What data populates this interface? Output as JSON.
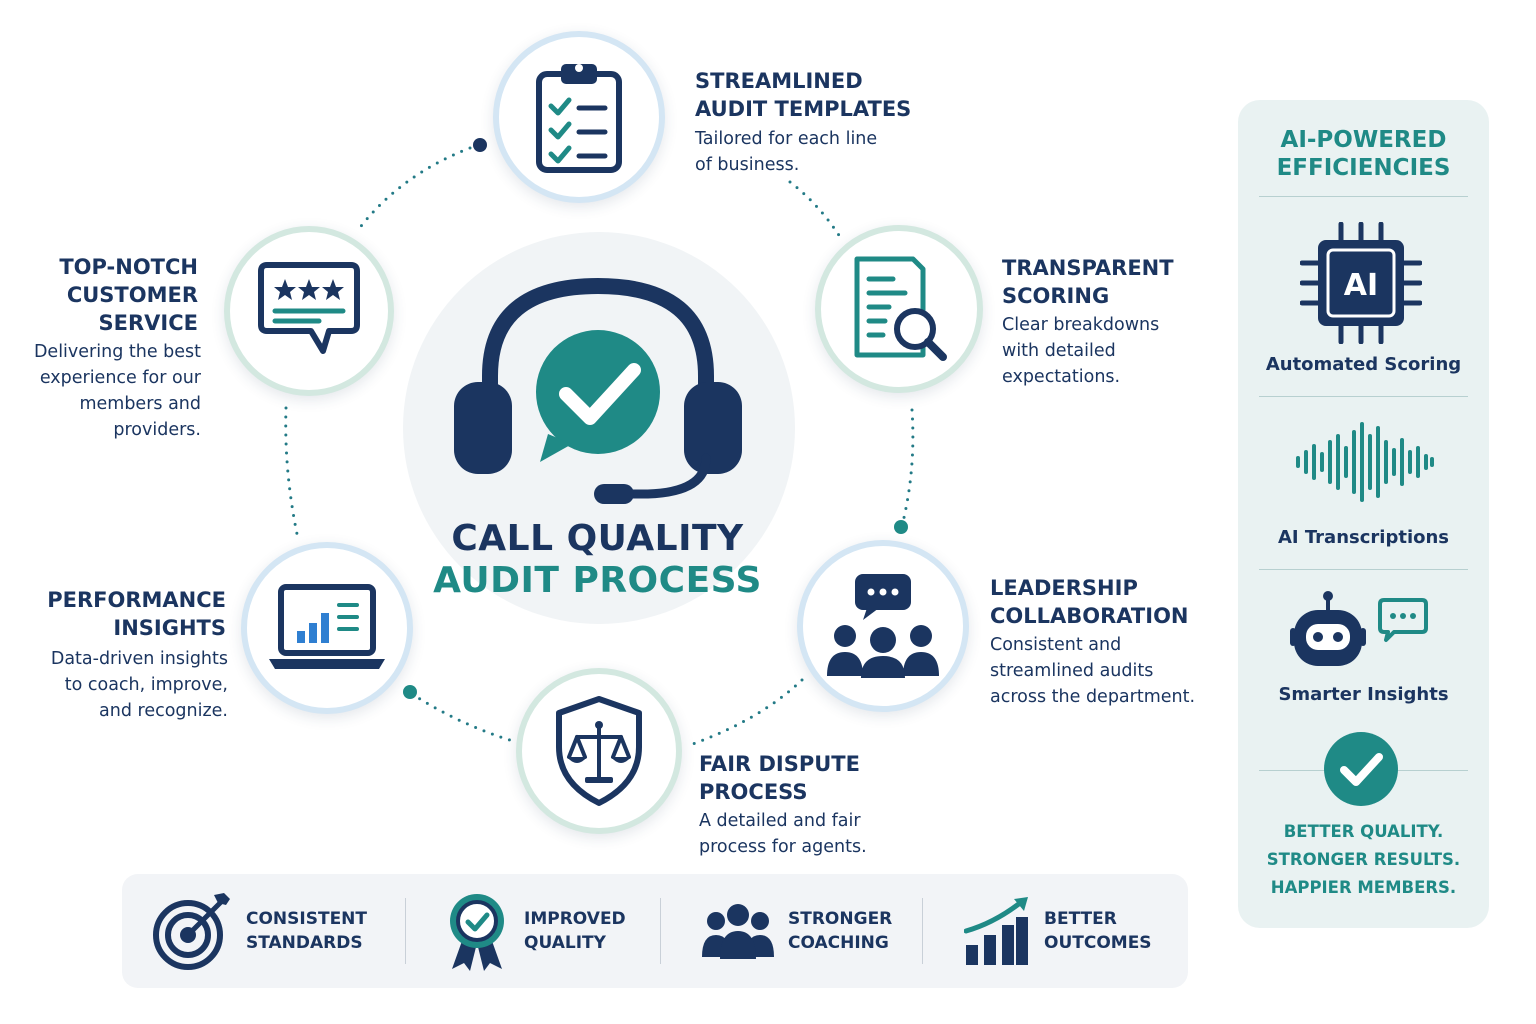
{
  "diagram": {
    "title_line1": "CALL QUALITY",
    "title_line2": "AUDIT PROCESS",
    "nodes": [
      {
        "label": "STREAMLINED\nAUDIT TEMPLATES",
        "desc": "Tailored for each line\nof business.",
        "icon": "clipboard-checklist-icon"
      },
      {
        "label": "TRANSPARENT\nSCORING",
        "desc": "Clear breakdowns\nwith detailed\nexpectations.",
        "icon": "document-magnifier-icon"
      },
      {
        "label": "LEADERSHIP\nCOLLABORATION",
        "desc": "Consistent and\nstreamlined audits\nacross the department.",
        "icon": "team-chat-icon"
      },
      {
        "label": "FAIR DISPUTE\nPROCESS",
        "desc": "A detailed and fair\nprocess for agents.",
        "icon": "shield-scales-icon"
      },
      {
        "label": "PERFORMANCE\nINSIGHTS",
        "desc": "Data-driven insights\nto coach, improve,\nand recognize.",
        "icon": "laptop-chart-icon"
      },
      {
        "label": "TOP-NOTCH\nCUSTOMER\nSERVICE",
        "desc": "Delivering the best\nexperience for our\nmembers and\nproviders.",
        "icon": "rating-speech-icon"
      }
    ]
  },
  "bottom_bar": [
    {
      "label": "CONSISTENT\nSTANDARDS",
      "icon": "target-arrow-icon"
    },
    {
      "label": "IMPROVED\nQUALITY",
      "icon": "award-ribbon-icon"
    },
    {
      "label": "STRONGER\nCOACHING",
      "icon": "group-icon"
    },
    {
      "label": "BETTER\nOUTCOMES",
      "icon": "growth-chart-icon"
    }
  ],
  "side_panel": {
    "title": "AI-POWERED\nEFFICIENCIES",
    "items": [
      {
        "label": "Automated Scoring",
        "icon": "ai-chip-icon",
        "chip_text": "AI"
      },
      {
        "label": "AI Transcriptions",
        "icon": "sound-wave-icon"
      },
      {
        "label": "Smarter Insights",
        "icon": "robot-chat-icon"
      }
    ],
    "tagline": "BETTER QUALITY.\nSTRONGER RESULTS.\nHAPPIER MEMBERS.",
    "check_icon": "check-circle-icon"
  },
  "colors": {
    "navy": "#1b3560",
    "teal": "#1f8a86",
    "blue": "#2f7fd1"
  }
}
